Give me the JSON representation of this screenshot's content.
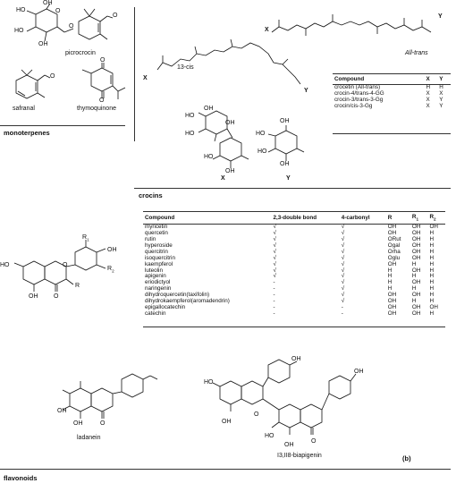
{
  "molecules": {
    "picrocrocin": "picrocrocin",
    "safranal": "safranal",
    "thymoquinone": "thymoquinone",
    "cis13": "13-cis",
    "alltrans": "All-trans",
    "x_unit": "X",
    "y_unit": "Y",
    "ladanein": "ladanein",
    "biapigenin": "I3,II8-biapigenin"
  },
  "sections": {
    "monoterpenes": "monoterpenes",
    "crocins": "crocins",
    "flavonoids": "flavonoids",
    "panel_b": "(b)"
  },
  "atoms": {
    "OH": "OH",
    "HO": "HO",
    "O": "O",
    "X": "X",
    "Y": "Y",
    "R": "R",
    "R1": "R",
    "R2": "R",
    "sub1": "1",
    "sub2": "2"
  },
  "crocin_table": {
    "headers": [
      "Compound",
      "X",
      "Y"
    ],
    "rows": [
      [
        "crocetin (All-trans)",
        "H",
        "H"
      ],
      [
        "crocin-4/trans-4-GG",
        "X",
        "X"
      ],
      [
        "crocin-3/trans-3-Gg",
        "X",
        "Y"
      ],
      [
        "crocin/cis-3-Gg",
        "X",
        "Y"
      ]
    ]
  },
  "flavonoid_table": {
    "headers": [
      "Compound",
      "2,3-double bond",
      "4-carbonyl",
      "R",
      "R",
      "R"
    ],
    "header_subs": [
      "",
      "",
      "",
      "",
      "1",
      "2"
    ],
    "rows": [
      [
        "myricetin",
        "√",
        "√",
        "OH",
        "OH",
        "OH"
      ],
      [
        "quercetin",
        "√",
        "√",
        "OH",
        "OH",
        "H"
      ],
      [
        "rutin",
        "√",
        "√",
        "ORut",
        "OH",
        "H"
      ],
      [
        "hyperoside",
        "√",
        "√",
        "Ogal",
        "OH",
        "H"
      ],
      [
        "quercitrin",
        "√",
        "√",
        "Orha",
        "OH",
        "H"
      ],
      [
        "isoquercitrin",
        "√",
        "√",
        "Oglu",
        "OH",
        "H"
      ],
      [
        "kaempferol",
        "√",
        "√",
        "OH",
        "H",
        "H"
      ],
      [
        "luteolin",
        "√",
        "√",
        "H",
        "OH",
        "H"
      ],
      [
        "apigenin",
        "√",
        "√",
        "H",
        "H",
        "H"
      ],
      [
        "eriodictyol",
        "-",
        "√",
        "H",
        "OH",
        "H"
      ],
      [
        "naringenin",
        "-",
        "√",
        "H",
        "H",
        "H"
      ],
      [
        "dihydroquercetin(taxifolin)",
        "-",
        "√",
        "OH",
        "OH",
        "H"
      ],
      [
        "dihydrokaempferol(aromadendrin)",
        "-",
        "√",
        "OH",
        "H",
        "H"
      ],
      [
        "epigallocatechin",
        "-",
        "-",
        "OH",
        "OH",
        "OH"
      ],
      [
        "catechin",
        "-",
        "-",
        "OH",
        "OH",
        "H"
      ]
    ]
  }
}
